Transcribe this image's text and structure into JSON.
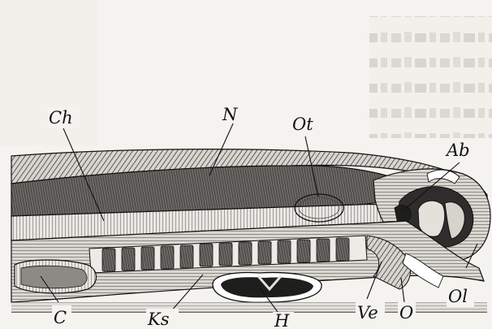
{
  "labels": {
    "ch": "Ch",
    "n": "N",
    "ot": "Ot",
    "ab": "Ab",
    "ol": "Ol",
    "c": "C",
    "ks": "Ks",
    "h": "H",
    "ve": "Ve",
    "o": "O"
  },
  "colors": {
    "paper": "#f4f3ef",
    "ink": "#111111",
    "hatch": "#3a3a3a",
    "bleed_text": "#c9c6bf"
  }
}
